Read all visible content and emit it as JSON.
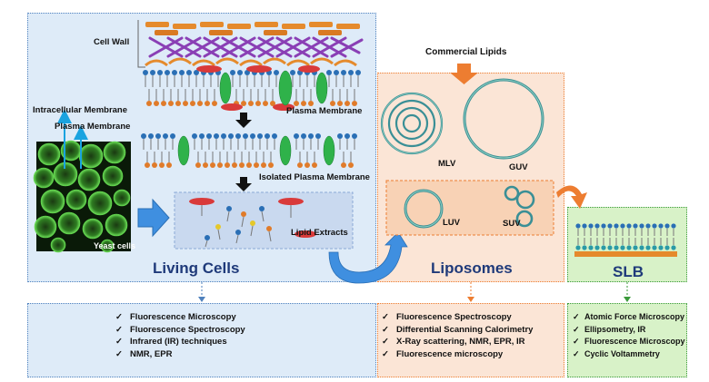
{
  "sections": {
    "living_cells": {
      "title": "Living Cells",
      "labels": {
        "cell_wall": "Cell Wall",
        "plasma_membrane_top": "Plasma Membrane",
        "intracellular_membrane": "Intracellular Membrane",
        "plasma_membrane_left": "Plasma Membrane",
        "isolated_plasma_membrane": "Isolated Plasma Membrane",
        "lipid_extracts": "Lipid Extracts",
        "yeast_cells": "Yeast cells"
      },
      "methods": [
        "Fluorescence Microscopy",
        "Fluorescence Spectroscopy",
        "Infrared (IR) techniques",
        "NMR, EPR"
      ]
    },
    "liposomes": {
      "title": "Liposomes",
      "labels": {
        "commercial_lipids": "Commercial Lipids",
        "mlv": "MLV",
        "guv": "GUV",
        "luv": "LUV",
        "suv": "SUV"
      },
      "methods": [
        "Fluorescence Spectroscopy",
        "Differential Scanning Calorimetry",
        "X-Ray scattering, NMR, EPR, IR",
        "Fluorescence microscopy"
      ]
    },
    "slb": {
      "title": "SLB",
      "methods": [
        "Atomic Force Microscopy",
        "Ellipsometry, IR",
        "Fluorescence Microscopy",
        "Cyclic Voltammetry"
      ]
    }
  },
  "check_symbol": "✓",
  "colors": {
    "living_bg": "#deebf8",
    "living_border": "#4f81bd",
    "lipo_bg": "#fbe5d6",
    "lipo_border": "#ed7d31",
    "slb_bg": "#d8f2c8",
    "slb_border": "#3a9a3a",
    "title_blue": "#1f3a7a"
  }
}
